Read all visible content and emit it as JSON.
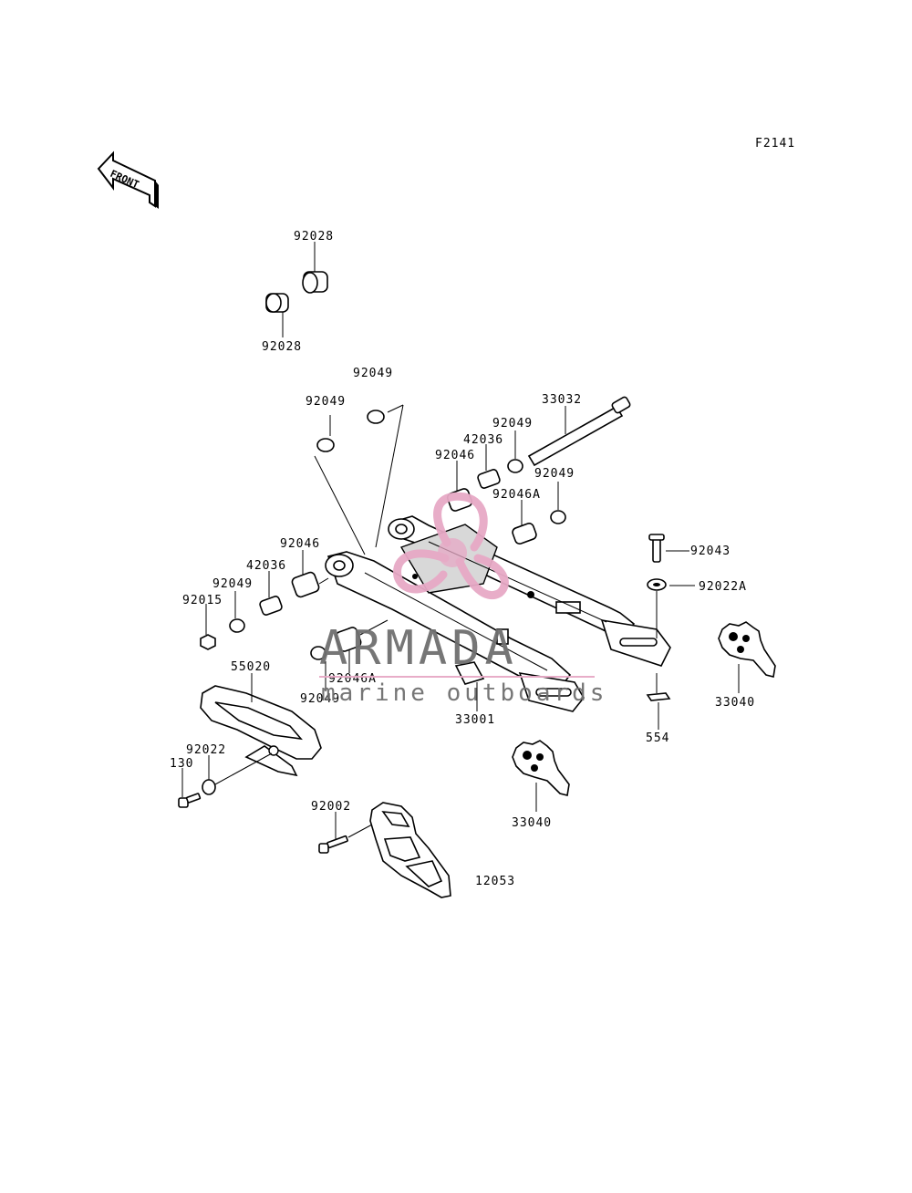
{
  "figure_code": "F2141",
  "front_arrow_text": "FRONT",
  "labels": {
    "p92028_top": "92028",
    "p92028_bottom": "92028",
    "p92049_a": "92049",
    "p92049_b": "92049",
    "p33032": "33032",
    "p92049_c": "92049",
    "p42036_right": "42036",
    "p92046_right": "92046",
    "p92049_d": "92049",
    "p92046A_right": "92046A",
    "p92046_left": "92046",
    "p42036_left": "42036",
    "p92049_e": "92049",
    "p92015": "92015",
    "p92043": "92043",
    "p92022A": "92022A",
    "p55020": "55020",
    "p92046A_left": "92046A",
    "p92049_f": "92049",
    "p33001": "33001",
    "p554": "554",
    "p33040_right": "33040",
    "p92022": "92022",
    "p130": "130",
    "p33040_center": "33040",
    "p92002": "92002",
    "p12053": "12053"
  },
  "watermark": {
    "brand": "ARMADA",
    "tagline": "marine outboards",
    "logo_color": "#e7a9c6",
    "text_color": "#6f6f6f"
  }
}
